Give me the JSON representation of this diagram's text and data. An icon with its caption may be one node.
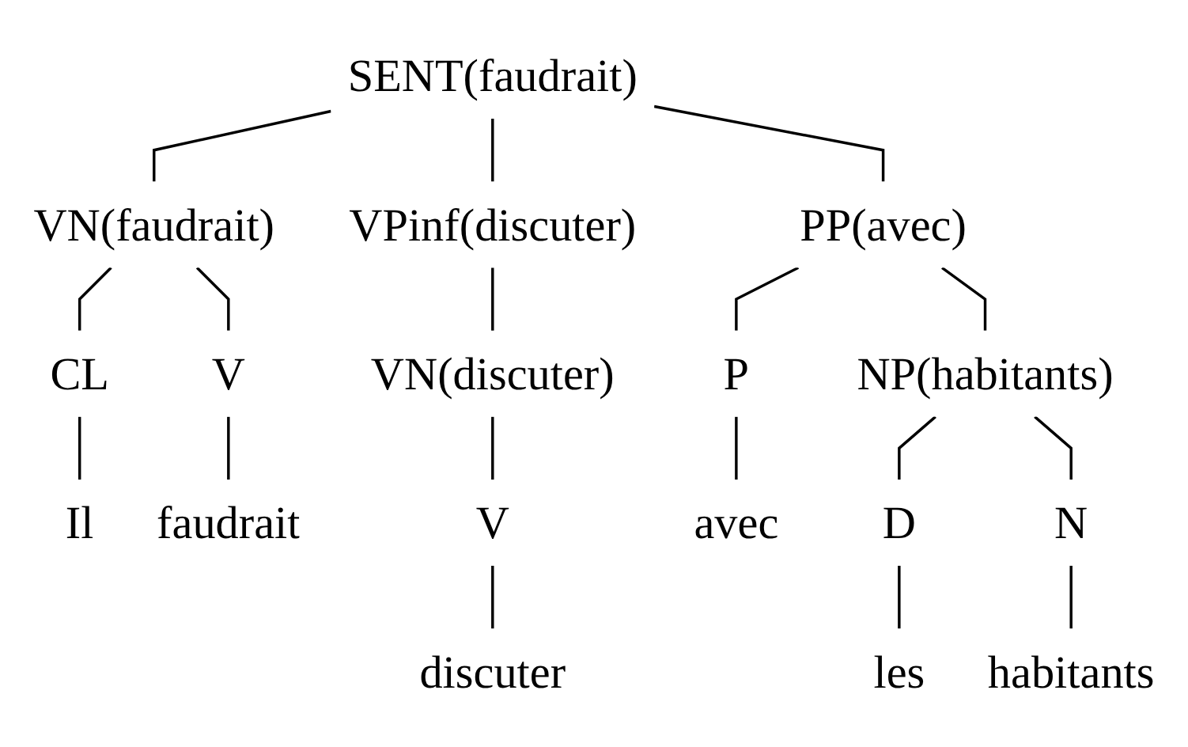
{
  "diagram": {
    "nodes": [
      {
        "text": [
          "SENT(faudrait)"
        ]
      },
      {
        "text": [
          "VN(faudrait)"
        ]
      },
      {
        "text": [
          "VPinf(discuter)"
        ]
      },
      {
        "text": [
          "PP(avec)"
        ]
      },
      {
        "text": [
          "CL"
        ]
      },
      {
        "text": [
          "V"
        ]
      },
      {
        "text": [
          "Il"
        ]
      },
      {
        "text": [
          "faudrait"
        ]
      },
      {
        "text": [
          "VN(discuter)"
        ]
      },
      {
        "text": [
          "V"
        ]
      },
      {
        "text": [
          "discuter"
        ]
      },
      {
        "text": [
          "P"
        ]
      },
      {
        "text": [
          "NP(habitants)"
        ]
      },
      {
        "text": [
          "avec"
        ]
      },
      {
        "text": [
          "D"
        ]
      },
      {
        "text": [
          "N"
        ]
      },
      {
        "text": [
          "les"
        ]
      },
      {
        "text": [
          "habitants"
        ]
      }
    ],
    "edges": [
      {
        "from": 0,
        "to": 1,
        "arrow": "none"
      },
      {
        "from": 0,
        "to": 2,
        "arrow": "none"
      },
      {
        "from": 0,
        "to": 3,
        "arrow": "none"
      },
      {
        "from": 1,
        "to": 4,
        "arrow": "none"
      },
      {
        "from": 1,
        "to": 5,
        "arrow": "none"
      },
      {
        "from": 4,
        "to": 6,
        "arrow": "none"
      },
      {
        "from": 5,
        "to": 7,
        "arrow": "none"
      },
      {
        "from": 2,
        "to": 8,
        "arrow": "none"
      },
      {
        "from": 8,
        "to": 9,
        "arrow": "none"
      },
      {
        "from": 9,
        "to": 10,
        "arrow": "none"
      },
      {
        "from": 3,
        "to": 11,
        "arrow": "none"
      },
      {
        "from": 3,
        "to": 12,
        "arrow": "none"
      },
      {
        "from": 11,
        "to": 13,
        "arrow": "none"
      },
      {
        "from": 12,
        "to": 14,
        "arrow": "none"
      },
      {
        "from": 12,
        "to": 15,
        "arrow": "none"
      },
      {
        "from": 14,
        "to": 16,
        "arrow": "none"
      },
      {
        "from": 15,
        "to": 17,
        "arrow": "none"
      }
    ]
  }
}
